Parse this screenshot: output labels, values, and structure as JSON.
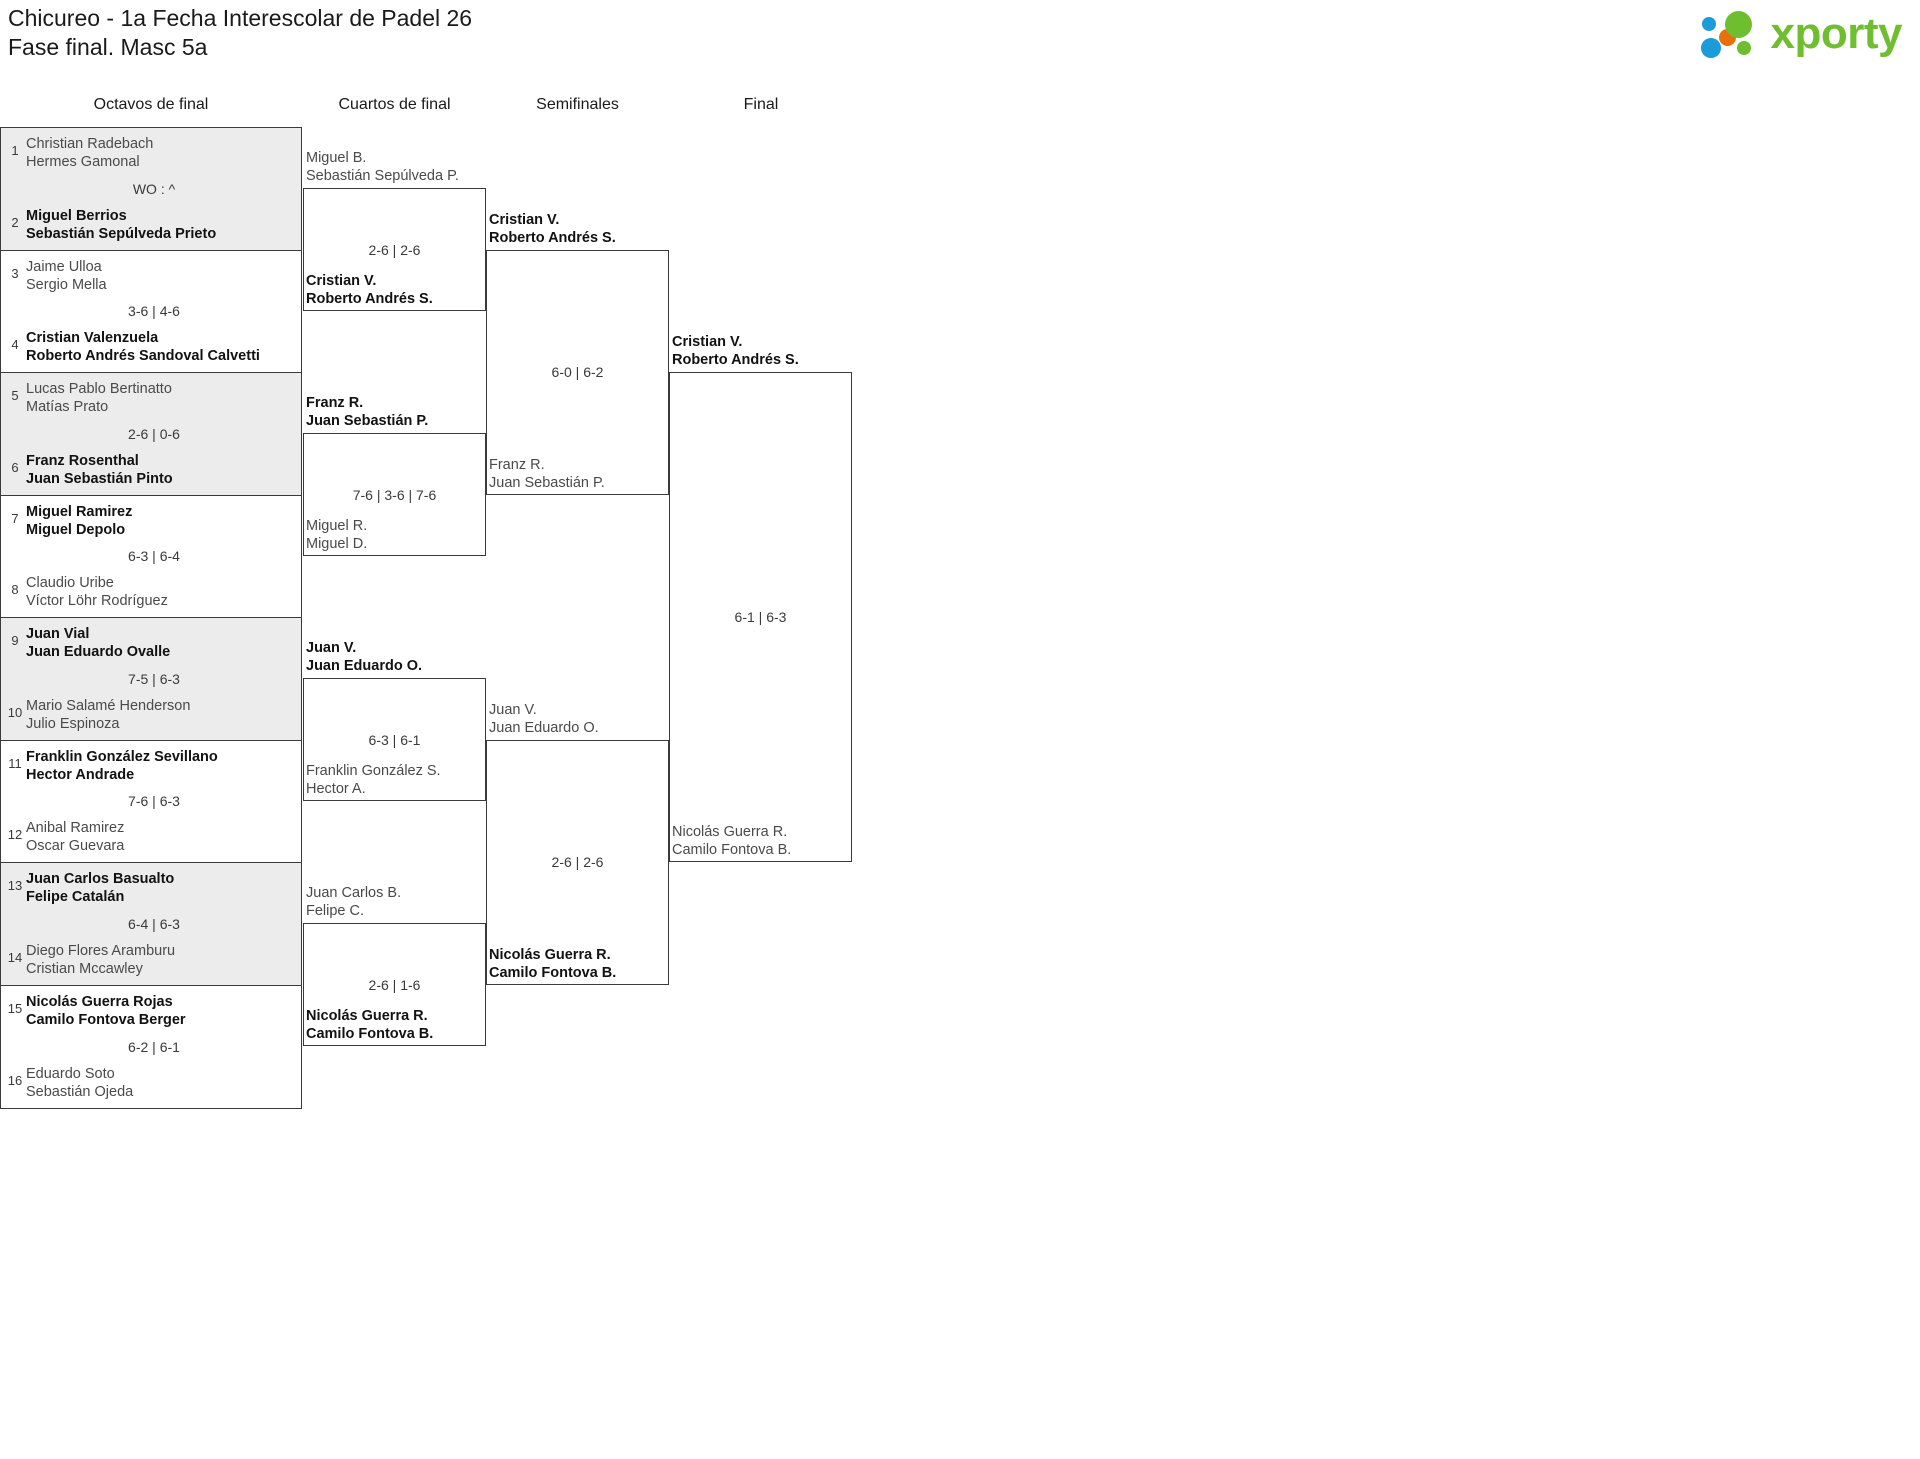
{
  "header": {
    "title": "Chicureo - 1a Fecha Interescolar de Padel 26\nFase final. Masc 5a",
    "logo_word": "xporty",
    "logo_colors": {
      "blue": "#1b9bd8",
      "orange": "#e8700a",
      "green": "#6ebe2f"
    }
  },
  "rounds": [
    {
      "id": "octavos",
      "label": "Octavos de final"
    },
    {
      "id": "cuartos",
      "label": "Cuartos de final"
    },
    {
      "id": "semifinales",
      "label": "Semifinales"
    },
    {
      "id": "final",
      "label": "Final"
    }
  ],
  "round1": {
    "pairs": [
      {
        "shaded": true,
        "score": "WO : ^",
        "top": {
          "seed": "1",
          "line1": "Christian Radebach",
          "line2": "Hermes Gamonal",
          "winner": false
        },
        "bottom": {
          "seed": "2",
          "line1": "Miguel Berrios",
          "line2": "Sebastián Sepúlveda Prieto",
          "winner": true
        }
      },
      {
        "shaded": false,
        "score": "3-6 | 4-6",
        "top": {
          "seed": "3",
          "line1": "Jaime Ulloa",
          "line2": "Sergio Mella",
          "winner": false
        },
        "bottom": {
          "seed": "4",
          "line1": "Cristian Valenzuela",
          "line2": "Roberto Andrés Sandoval Calvetti",
          "winner": true
        }
      },
      {
        "shaded": true,
        "score": "2-6 | 0-6",
        "top": {
          "seed": "5",
          "line1": "Lucas Pablo Bertinatto",
          "line2": "Matías Prato",
          "winner": false
        },
        "bottom": {
          "seed": "6",
          "line1": "Franz Rosenthal",
          "line2": "Juan Sebastián Pinto",
          "winner": true
        }
      },
      {
        "shaded": false,
        "score": "6-3 | 6-4",
        "top": {
          "seed": "7",
          "line1": "Miguel Ramirez",
          "line2": "Miguel Depolo",
          "winner": true
        },
        "bottom": {
          "seed": "8",
          "line1": "Claudio Uribe",
          "line2": "Víctor Löhr Rodríguez",
          "winner": false
        }
      },
      {
        "shaded": true,
        "score": "7-5 | 6-3",
        "top": {
          "seed": "9",
          "line1": "Juan Vial",
          "line2": "Juan Eduardo Ovalle",
          "winner": true
        },
        "bottom": {
          "seed": "10",
          "line1": "Mario Salamé Henderson",
          "line2": "Julio Espinoza",
          "winner": false
        }
      },
      {
        "shaded": false,
        "score": "7-6 | 6-3",
        "top": {
          "seed": "11",
          "line1": "Franklin González Sevillano",
          "line2": "Hector Andrade",
          "winner": true
        },
        "bottom": {
          "seed": "12",
          "line1": "Anibal Ramirez",
          "line2": "Oscar Guevara",
          "winner": false
        }
      },
      {
        "shaded": true,
        "score": "6-4 | 6-3",
        "top": {
          "seed": "13",
          "line1": "Juan Carlos Basualto",
          "line2": "Felipe Catalán",
          "winner": true
        },
        "bottom": {
          "seed": "14",
          "line1": "Diego Flores Aramburu",
          "line2": "Cristian Mccawley",
          "winner": false
        }
      },
      {
        "shaded": false,
        "score": "6-2 | 6-1",
        "top": {
          "seed": "15",
          "line1": "Nicolás Guerra Rojas",
          "line2": "Camilo Fontova Berger",
          "winner": true
        },
        "bottom": {
          "seed": "16",
          "line1": "Eduardo Soto",
          "line2": "Sebastián Ojeda",
          "winner": false
        }
      }
    ]
  },
  "round2": {
    "matches": [
      {
        "score": "2-6 | 2-6",
        "top": {
          "text": "Miguel B.\nSebastián Sepúlveda P.",
          "winner": false
        },
        "bottom": {
          "text": "Cristian V.\nRoberto Andrés S.",
          "winner": true
        }
      },
      {
        "score": "7-6 | 3-6 | 7-6",
        "top": {
          "text": "Franz R.\nJuan Sebastián P.",
          "winner": true
        },
        "bottom": {
          "text": "Miguel R.\nMiguel D.",
          "winner": false
        }
      },
      {
        "score": "6-3 | 6-1",
        "top": {
          "text": "Juan V.\nJuan Eduardo O.",
          "winner": true
        },
        "bottom": {
          "text": "Franklin González S.\nHector A.",
          "winner": false
        }
      },
      {
        "score": "2-6 | 1-6",
        "top": {
          "text": "Juan Carlos B.\nFelipe C.",
          "winner": false
        },
        "bottom": {
          "text": "Nicolás Guerra R.\nCamilo Fontova B.",
          "winner": true
        }
      }
    ]
  },
  "round3": {
    "matches": [
      {
        "score": "6-0 | 6-2",
        "top": {
          "text": "Cristian V.\nRoberto Andrés S.",
          "winner": true
        },
        "bottom": {
          "text": "Franz R.\nJuan Sebastián P.",
          "winner": false
        }
      },
      {
        "score": "2-6 | 2-6",
        "top": {
          "text": "Juan V.\nJuan Eduardo O.",
          "winner": false
        },
        "bottom": {
          "text": "Nicolás Guerra R.\nCamilo Fontova B.",
          "winner": true
        }
      }
    ]
  },
  "round4": {
    "matches": [
      {
        "score": "6-1 | 6-3",
        "top": {
          "text": "Cristian V.\nRoberto Andrés S.",
          "winner": true
        },
        "bottom": {
          "text": "Nicolás Guerra R.\nCamilo Fontova B.",
          "winner": false
        }
      }
    ]
  }
}
